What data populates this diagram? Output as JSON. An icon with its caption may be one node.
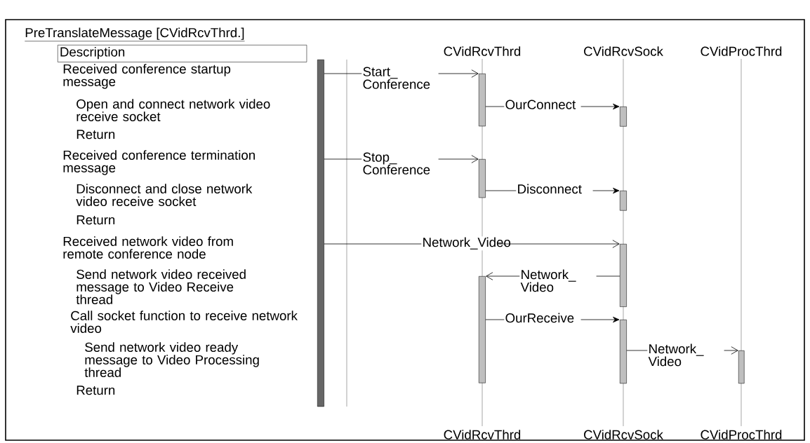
{
  "diagram": {
    "title": "PreTranslateMessage [CVidRcvThrd.]",
    "nodes": [
      {
        "text": [
          "Description"
        ]
      },
      {
        "text": [],
        "shape": "bar"
      },
      {
        "text": [],
        "shape": "bar"
      },
      {
        "text": [],
        "shape": "bar"
      },
      {
        "text": [],
        "shape": "bar"
      },
      {
        "text": [],
        "shape": "bar"
      },
      {
        "text": [],
        "shape": "bar"
      },
      {
        "text": [],
        "shape": "bar"
      },
      {
        "text": [],
        "shape": "bar"
      },
      {
        "text": [],
        "shape": "bar"
      }
    ],
    "edges": [
      {
        "from": 1,
        "to": 2,
        "arrow": "to",
        "label": "Start_ Conference"
      },
      {
        "from": 2,
        "to": 3,
        "arrow": "to",
        "label": "OurConnect"
      },
      {
        "from": 1,
        "to": 4,
        "arrow": "to",
        "label": "Stop_ Conference"
      },
      {
        "from": 4,
        "to": 5,
        "arrow": "to",
        "label": "Disconnect"
      },
      {
        "from": 1,
        "to": 6,
        "arrow": "to",
        "label": "Network_Video"
      },
      {
        "from": 6,
        "to": 7,
        "arrow": "to",
        "label": "Network_ Video"
      },
      {
        "from": 7,
        "to": 8,
        "arrow": "to",
        "label": "OurReceive"
      },
      {
        "from": 8,
        "to": 9,
        "arrow": "to",
        "label": "Network_ Video"
      }
    ],
    "labels": [
      "CVidRcvThrd",
      "CVidRcvSock",
      "CVidProcThrd",
      "Received conference startup message",
      "Open and connect network video receive socket",
      "Return",
      "Received conference termination message",
      "Disconnect and close network video receive socket",
      "Return",
      "Received network video from remote conference node",
      "Send network video received message to Video Receive thread",
      "Call socket function to receive network video",
      "Send network video ready message to Video Processing thread",
      "Return",
      "CVidRcvThrd",
      "CVidRcvSock",
      "CVidProcThrd"
    ]
  }
}
